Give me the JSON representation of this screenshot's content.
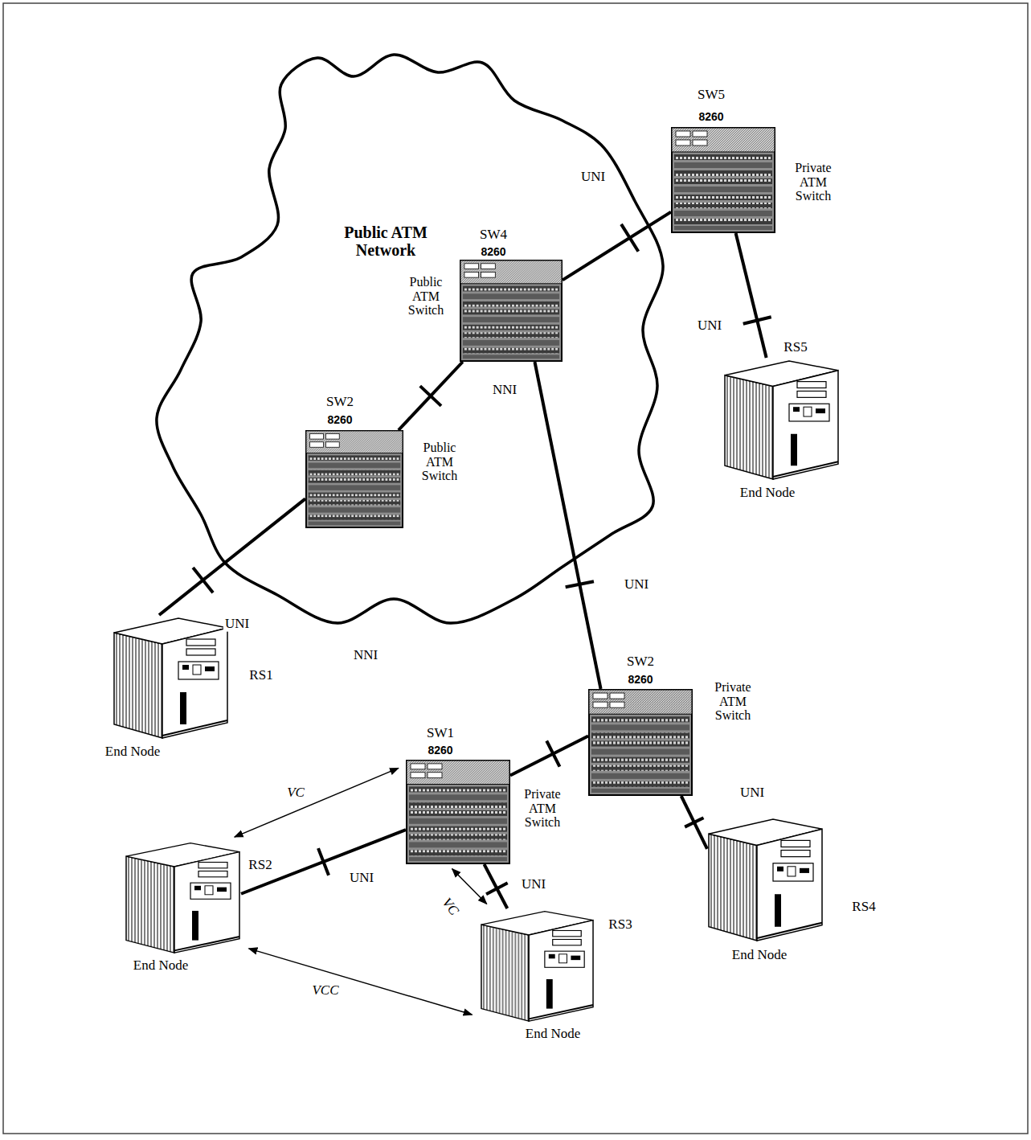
{
  "diagram": {
    "nodes": [
      {
        "text": [
          "Public ATM Network"
        ]
      },
      {
        "text": [
          "SW4",
          "8260",
          "Public ATM Switch"
        ],
        "in": 0
      },
      {
        "text": [
          "SW2",
          "8260",
          "Public ATM Switch"
        ],
        "in": 0
      },
      {
        "text": [
          "SW5",
          "8260",
          "Private ATM Switch"
        ]
      },
      {
        "text": [
          "RS5",
          "End Node"
        ]
      },
      {
        "text": [
          "RS1",
          "End Node"
        ]
      },
      {
        "text": [
          "SW2",
          "8260",
          "Private ATM Switch"
        ]
      },
      {
        "text": [
          "SW1",
          "8260",
          "Private ATM Switch"
        ]
      },
      {
        "text": [
          "RS4",
          "End Node"
        ]
      },
      {
        "text": [
          "RS2",
          "End Node"
        ]
      },
      {
        "text": [
          "RS3",
          "End Node"
        ]
      }
    ],
    "edges": [
      {
        "from": 5,
        "to": 2,
        "label": "UNI",
        "arrow": "none"
      },
      {
        "from": 2,
        "to": 1,
        "label": "NNI",
        "arrow": "none"
      },
      {
        "from": 1,
        "to": 3,
        "label": "UNI",
        "arrow": "none"
      },
      {
        "from": 3,
        "to": 4,
        "label": "UNI",
        "arrow": "none"
      },
      {
        "from": 1,
        "to": 6,
        "label": "UNI",
        "arrow": "none"
      },
      {
        "from": 6,
        "to": 7,
        "label": "NNI",
        "arrow": "none"
      },
      {
        "from": 6,
        "to": 8,
        "label": "UNI",
        "arrow": "none"
      },
      {
        "from": 7,
        "to": 9,
        "label": "UNI",
        "arrow": "none"
      },
      {
        "from": 7,
        "to": 10,
        "label": "UNI",
        "arrow": "none"
      },
      {
        "from": 9,
        "to": 7,
        "label": "VC",
        "arrow": "both"
      },
      {
        "from": 7,
        "to": 10,
        "label": "VC",
        "arrow": "both"
      },
      {
        "from": 9,
        "to": 10,
        "label": "VCC",
        "arrow": "both"
      }
    ]
  }
}
